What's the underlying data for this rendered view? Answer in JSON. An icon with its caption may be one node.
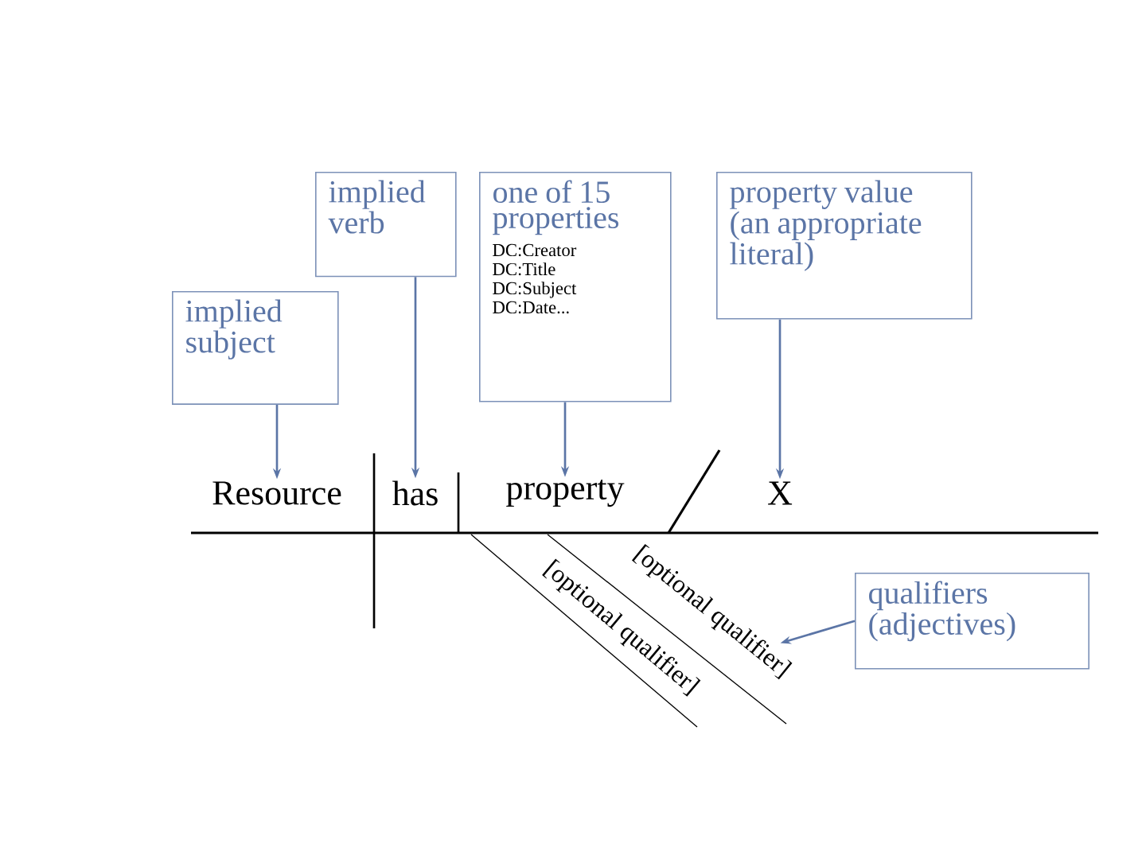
{
  "diagram": {
    "nodes": [
      {
        "text": [
          "implied verb"
        ]
      },
      {
        "text": [
          "one of 15 properties",
          "DC:Creator",
          "DC:Title",
          "DC:Subject",
          "DC:Date..."
        ]
      },
      {
        "text": [
          "property value (an appropriate literal)"
        ]
      },
      {
        "text": [
          "implied subject"
        ]
      },
      {
        "text": [
          "qualifiers (adjectives)"
        ]
      },
      {
        "text": [
          "Resource"
        ]
      },
      {
        "text": [
          "has"
        ]
      },
      {
        "text": [
          "property"
        ]
      },
      {
        "text": [
          "X"
        ]
      },
      {
        "text": [
          "[optional qualifier]"
        ]
      },
      {
        "text": [
          "[optional qualifier]"
        ]
      }
    ],
    "edges": [
      {
        "from": 3,
        "to": 5,
        "arrow": "to"
      },
      {
        "from": 0,
        "to": 6,
        "arrow": "to"
      },
      {
        "from": 1,
        "to": 7,
        "arrow": "to"
      },
      {
        "from": 2,
        "to": 8,
        "arrow": "to"
      },
      {
        "from": 4,
        "to": 9,
        "arrow": "to"
      }
    ]
  }
}
